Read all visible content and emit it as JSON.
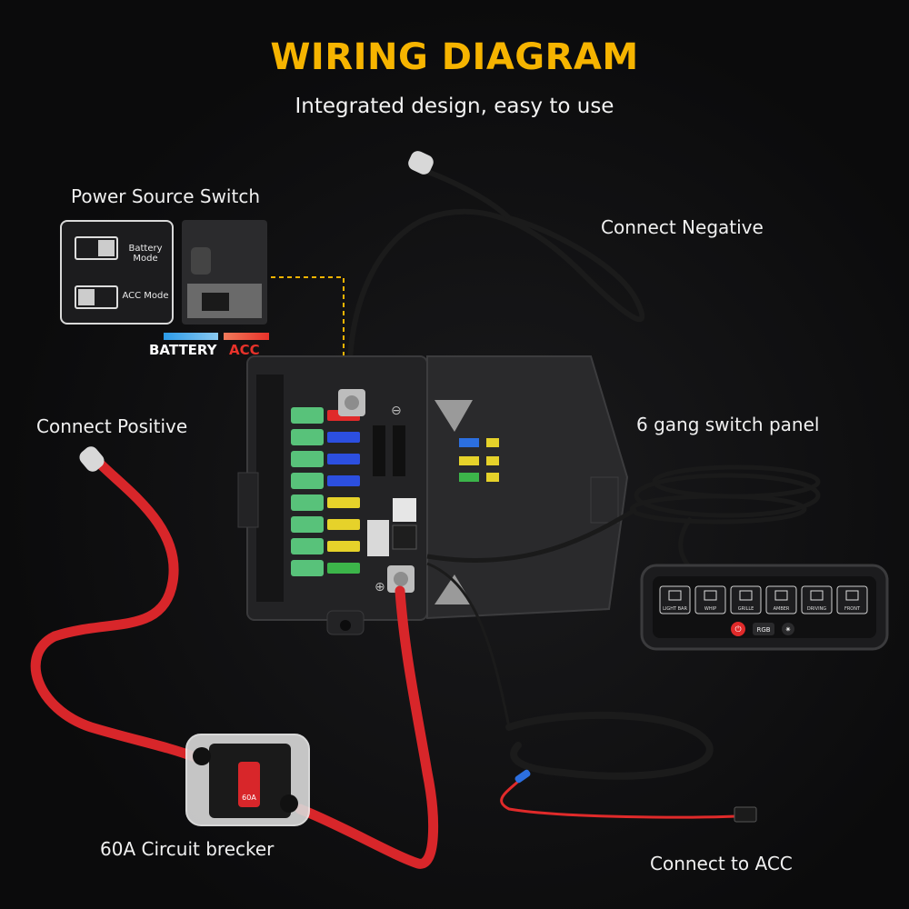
{
  "header": {
    "title": "WIRING DIAGRAM",
    "subtitle": "Integrated design, easy to use"
  },
  "labels": {
    "power_source_switch": "Power Source Switch",
    "connect_negative": "Connect Negative",
    "connect_positive": "Connect Positive",
    "switch_panel": "6 gang switch panel",
    "circuit_breaker": "60A Circuit brecker",
    "connect_acc": "Connect to ACC"
  },
  "power_switch": {
    "battery_mode": "Battery Mode",
    "acc_mode": "ACC Mode",
    "battery_label": "BATTERY",
    "acc_label": "ACC"
  },
  "switch_panel_buttons": [
    "LIGHT BAR",
    "WHIP",
    "GRILLE",
    "AMBER",
    "DRIVING",
    "FRONT"
  ],
  "switch_panel_controls": {
    "rgb": "RGB"
  },
  "breaker_rating": "60A",
  "colors": {
    "title": "#f6b400",
    "red_cable": "#d8262a",
    "dashed_line": "#f6b400",
    "battery_blue": "#2c9be8",
    "acc_red": "#e8322a"
  }
}
